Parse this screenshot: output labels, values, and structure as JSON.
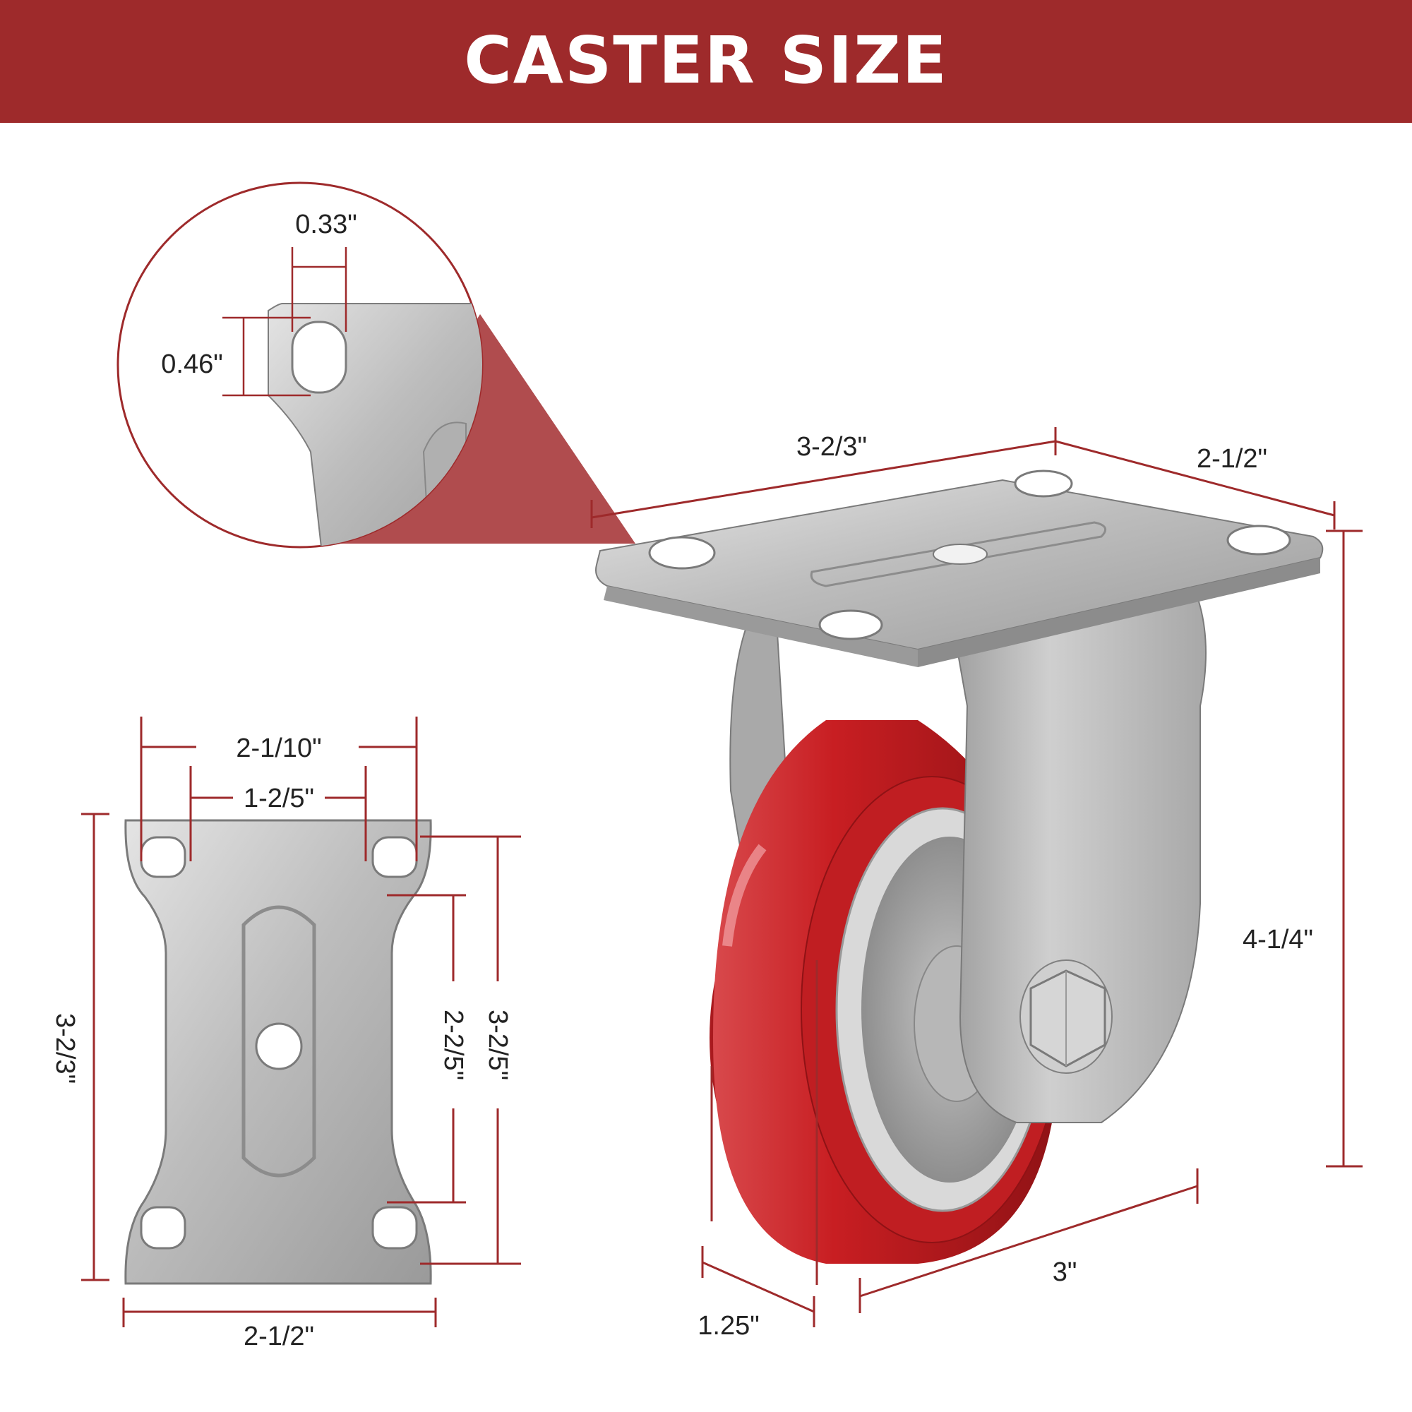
{
  "header": {
    "title": "CASTER SIZE"
  },
  "colors": {
    "accent": "#9e2a2b",
    "wheel_red": "#c81e22",
    "steel": "#c9c9c9"
  },
  "inset": {
    "hole_width": "0.33\"",
    "hole_height": "0.46\""
  },
  "plate_top_view": {
    "outer_hole_span": "2-1/10\"",
    "inner_hole_span": "1-2/5\"",
    "plate_length": "3-2/3\"",
    "inner_hole_pitch": "2-2/5\"",
    "outer_hole_pitch": "3-2/5\"",
    "plate_width": "2-1/2\""
  },
  "caster_view": {
    "plate_length": "3-2/3\"",
    "plate_width": "2-1/2\"",
    "overall_height": "4-1/4\"",
    "wheel_diameter": "3\"",
    "wheel_width": "1.25\""
  }
}
